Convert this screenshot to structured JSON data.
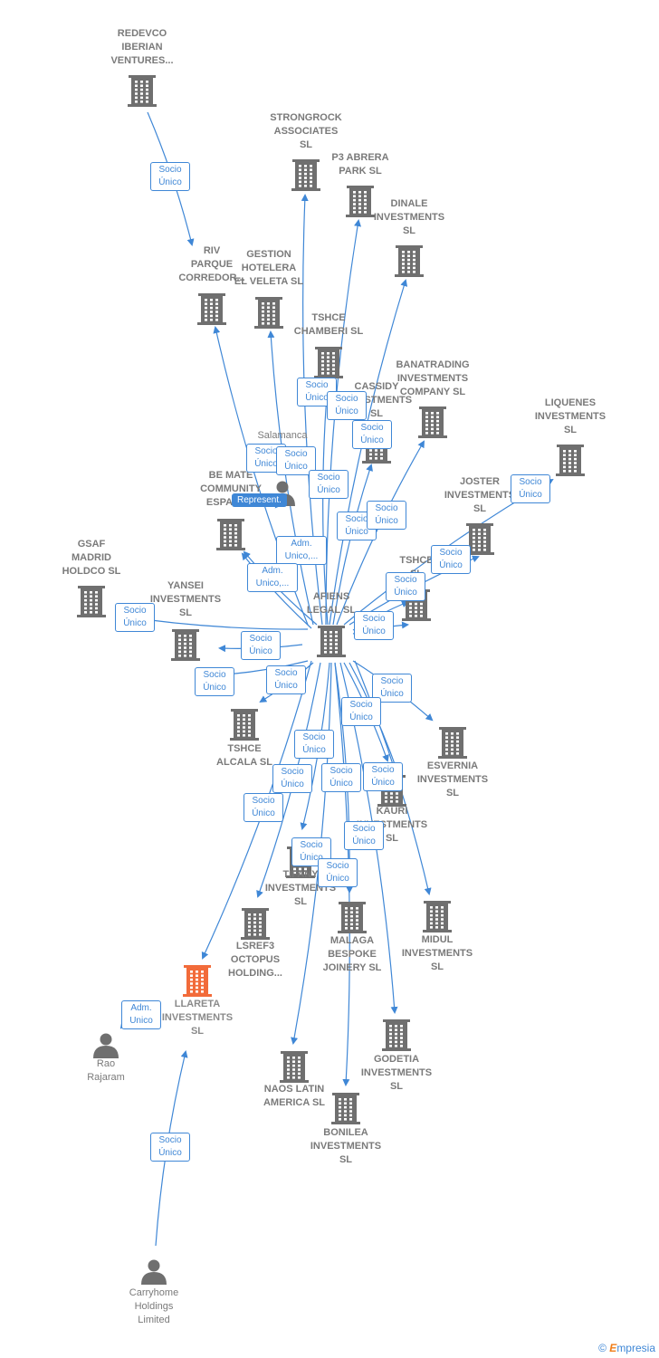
{
  "colors": {
    "edge": "#3f87d6",
    "node": "#6f6f6f",
    "highlight": "#f26b3a",
    "label": "#7a7a7a"
  },
  "nodes": [
    {
      "id": "redevco",
      "type": "company",
      "label": [
        "REDEVCO",
        "IBERIAN",
        "VENTURES..."
      ]
    },
    {
      "id": "strongrock",
      "type": "company",
      "label": [
        "STRONGROCK",
        "ASSOCIATES",
        "SL"
      ]
    },
    {
      "id": "p3abrera",
      "type": "company",
      "label": [
        "P3 ABRERA",
        "PARK  SL"
      ]
    },
    {
      "id": "dinale",
      "type": "company",
      "label": [
        "DINALE",
        "INVESTMENTS",
        "SL"
      ]
    },
    {
      "id": "riv",
      "type": "company",
      "label": [
        "RIV",
        "PARQUE",
        "CORREDOR..."
      ]
    },
    {
      "id": "gestion",
      "type": "company",
      "label": [
        "GESTION",
        "HOTELERA",
        "EL VELETA  SL"
      ]
    },
    {
      "id": "tshce_chamberi",
      "type": "company",
      "label": [
        "TSHCE",
        "CHAMBERI  SL"
      ]
    },
    {
      "id": "banatrading",
      "type": "company",
      "label": [
        "BANATRADING",
        "INVESTMENTS",
        "COMPANY  SL"
      ]
    },
    {
      "id": "cassidy",
      "type": "company",
      "label": [
        "CASSIDY",
        "INVESTMENTS",
        "SL"
      ]
    },
    {
      "id": "liquenes",
      "type": "company",
      "label": [
        "LIQUENES",
        "INVESTMENTS",
        "SL"
      ]
    },
    {
      "id": "salamanca",
      "type": "person",
      "label": [
        "Salamanca"
      ]
    },
    {
      "id": "bemate",
      "type": "company",
      "label": [
        "BE MATE",
        "COMMUNITY",
        "ESPANA..."
      ]
    },
    {
      "id": "joster",
      "type": "company",
      "label": [
        "JOSTER",
        "INVESTMENTS",
        "SL"
      ]
    },
    {
      "id": "gsaf",
      "type": "company",
      "label": [
        "GSAF",
        "MADRID",
        "HOLDCO  SL"
      ]
    },
    {
      "id": "tshce2",
      "type": "company",
      "label": [
        "TSHCE",
        "SL"
      ]
    },
    {
      "id": "yansei",
      "type": "company",
      "label": [
        "YANSEI",
        "INVESTMENTS",
        "SL"
      ]
    },
    {
      "id": "afiens",
      "type": "company",
      "label": [
        "AFIENS",
        "LEGAL  SL"
      ]
    },
    {
      "id": "tshce_alcala",
      "type": "company",
      "label": [
        "TSHCE",
        "ALCALA  SL"
      ]
    },
    {
      "id": "esvernia",
      "type": "company",
      "label": [
        "ESVERNIA",
        "INVESTMENTS",
        "SL"
      ]
    },
    {
      "id": "kauri",
      "type": "company",
      "label": [
        "KAURI",
        "INVESTMENTS",
        "SL"
      ]
    },
    {
      "id": "tifany",
      "type": "company",
      "label": [
        "TIFANY",
        "INVESTMENTS",
        "SL"
      ]
    },
    {
      "id": "lsref3",
      "type": "company",
      "label": [
        "LSREF3",
        "OCTOPUS",
        "HOLDING..."
      ]
    },
    {
      "id": "malaga",
      "type": "company",
      "label": [
        "MALAGA",
        "BESPOKE",
        "JOINERY  SL"
      ]
    },
    {
      "id": "midul",
      "type": "company",
      "label": [
        "MIDUL",
        "INVESTMENTS",
        "SL"
      ]
    },
    {
      "id": "llareta",
      "type": "company",
      "highlight": true,
      "label": [
        "LLARETA",
        "INVESTMENTS",
        "SL"
      ]
    },
    {
      "id": "rao",
      "type": "person",
      "label": [
        "Rao",
        "Rajaram"
      ]
    },
    {
      "id": "godetia",
      "type": "company",
      "label": [
        "GODETIA",
        "INVESTMENTS",
        "SL"
      ]
    },
    {
      "id": "naos",
      "type": "company",
      "label": [
        "NAOS LATIN",
        "AMERICA  SL"
      ]
    },
    {
      "id": "bonilea",
      "type": "company",
      "label": [
        "BONILEA",
        "INVESTMENTS",
        "SL"
      ]
    },
    {
      "id": "carryhome",
      "type": "person",
      "label": [
        "Carryhome",
        "Holdings",
        "Limited"
      ]
    }
  ],
  "edges": [
    {
      "from": "redevco",
      "to": "riv",
      "label": [
        "Socio",
        "Único"
      ]
    },
    {
      "from": "afiens",
      "to": "strongrock",
      "label": [
        "Socio",
        "Único"
      ]
    },
    {
      "from": "afiens",
      "to": "p3abrera",
      "label": [
        "Socio",
        "Único"
      ]
    },
    {
      "from": "afiens",
      "to": "dinale",
      "label": [
        "Socio",
        "Único"
      ]
    },
    {
      "from": "afiens",
      "to": "riv",
      "label": [
        "Socio",
        "Único"
      ]
    },
    {
      "from": "afiens",
      "to": "gestion",
      "label": [
        "Socio",
        "Único"
      ]
    },
    {
      "from": "afiens",
      "to": "tshce_chamberi",
      "label": [
        "Socio",
        "Único"
      ]
    },
    {
      "from": "afiens",
      "to": "cassidy",
      "label": [
        "Socio",
        "Único"
      ]
    },
    {
      "from": "afiens",
      "to": "banatrading",
      "label": [
        "Socio",
        "Único"
      ]
    },
    {
      "from": "afiens",
      "to": "liquenes",
      "label": [
        "Socio",
        "Único"
      ]
    },
    {
      "from": "afiens",
      "to": "joster",
      "label": [
        "Socio",
        "Único"
      ]
    },
    {
      "from": "afiens",
      "to": "tshce2",
      "label": [
        "Socio",
        "Único"
      ]
    },
    {
      "from": "afiens",
      "to": "tshce2",
      "label": [
        "Socio",
        "Único"
      ]
    },
    {
      "from": "afiens",
      "to": "bemate",
      "label": [
        "Adm.",
        "Unico,..."
      ]
    },
    {
      "from": "afiens",
      "to": "bemate",
      "label": [
        "Adm.",
        "Unico,..."
      ]
    },
    {
      "from": "salamanca",
      "to": "bemate",
      "label": [
        "Represent."
      ]
    },
    {
      "from": "afiens",
      "to": "gsaf",
      "label": [
        "Socio",
        "Único"
      ]
    },
    {
      "from": "afiens",
      "to": "yansei",
      "label": [
        "Socio",
        "Único"
      ]
    },
    {
      "from": "afiens",
      "to": "yansei",
      "label": [
        "Socio",
        "Único"
      ]
    },
    {
      "from": "afiens",
      "to": "tshce_alcala",
      "label": [
        "Socio",
        "Único"
      ]
    },
    {
      "from": "afiens",
      "to": "esvernia",
      "label": [
        "Socio",
        "Único"
      ]
    },
    {
      "from": "afiens",
      "to": "kauri",
      "label": [
        "Socio",
        "Único"
      ]
    },
    {
      "from": "afiens",
      "to": "kauri",
      "label": [
        "Socio",
        "Único"
      ]
    },
    {
      "from": "afiens",
      "to": "tifany",
      "label": [
        "Socio",
        "Único"
      ]
    },
    {
      "from": "afiens",
      "to": "lsref3",
      "label": [
        "Socio",
        "Único"
      ]
    },
    {
      "from": "afiens",
      "to": "malaga",
      "label": [
        "Socio",
        "Único"
      ]
    },
    {
      "from": "afiens",
      "to": "midul",
      "label": [
        "Socio",
        "Único"
      ]
    },
    {
      "from": "afiens",
      "to": "llareta",
      "label": [
        "Socio",
        "Único"
      ]
    },
    {
      "from": "afiens",
      "to": "godetia",
      "label": [
        "Socio",
        "Único"
      ]
    },
    {
      "from": "afiens",
      "to": "naos",
      "label": [
        "Socio",
        "Único"
      ]
    },
    {
      "from": "afiens",
      "to": "bonilea",
      "label": [
        "Socio",
        "Único"
      ]
    },
    {
      "from": "rao",
      "to": "llareta",
      "label": [
        "Adm.",
        "Unico"
      ]
    },
    {
      "from": "carryhome",
      "to": "llareta",
      "label": [
        "Socio",
        "Único"
      ]
    }
  ],
  "footer": {
    "symbol": "©",
    "brand_first": "E",
    "brand_rest": "mpresia"
  }
}
